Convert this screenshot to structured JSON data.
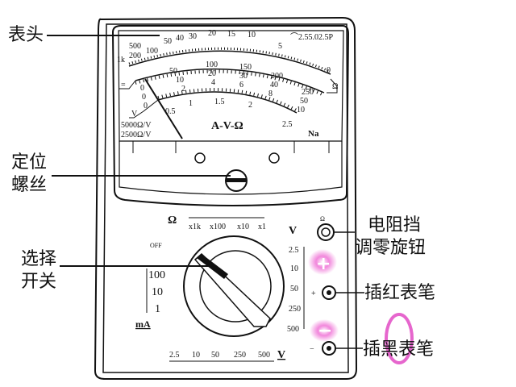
{
  "labels": {
    "meter_head": "表头",
    "zero_screw": [
      "定位",
      "螺丝"
    ],
    "selector_switch": [
      "选择",
      "开关"
    ],
    "ohm_zero_knob": [
      "电阻挡",
      "调零旋钮"
    ],
    "red_probe": "插红表笔",
    "black_probe": "插黑表笔"
  },
  "scale": {
    "ohm_ticks": [
      "1k",
      "500",
      "200",
      "100",
      "50",
      "40",
      "30",
      "20",
      "15",
      "10",
      "5",
      "0"
    ],
    "ohm_symbol": "Ω",
    "accuracy": "⌒2.55.02.5P",
    "dc_ticks_250": [
      "0",
      "50",
      "100",
      "150",
      "200",
      "250"
    ],
    "dc_ticks_50": [
      "0",
      "10",
      "20",
      "30",
      "40",
      "50"
    ],
    "dc_ticks_10": [
      "0",
      "2",
      "4",
      "6",
      "8",
      "10"
    ],
    "ac_ticks": [
      "0.5",
      "1",
      "1.5",
      "2",
      "2.5"
    ],
    "title": "A-V-Ω",
    "sensitivity": [
      "5000Ω/V",
      "2500Ω/V"
    ],
    "brand": "Na",
    "dc_mark": "=",
    "ac_mark": "V"
  },
  "dial": {
    "ohm_label": "Ω",
    "ohm_ranges": [
      "x1k",
      "x100",
      "x10",
      "x1"
    ],
    "off": "OFF",
    "ma_label": "mA",
    "ma_ranges": [
      "100",
      "10",
      "1"
    ],
    "ac_v_label": "V",
    "ac_v_ranges": [
      "2.5",
      "10",
      "50",
      "250",
      "500"
    ],
    "dc_v_label": "V",
    "dc_v_ranges": [
      "2.5",
      "10",
      "50",
      "250",
      "500"
    ],
    "knob_symbol": "Ω"
  },
  "jacks": {
    "plus": "+",
    "minus": "−"
  },
  "annotation_color": "#e040c0"
}
